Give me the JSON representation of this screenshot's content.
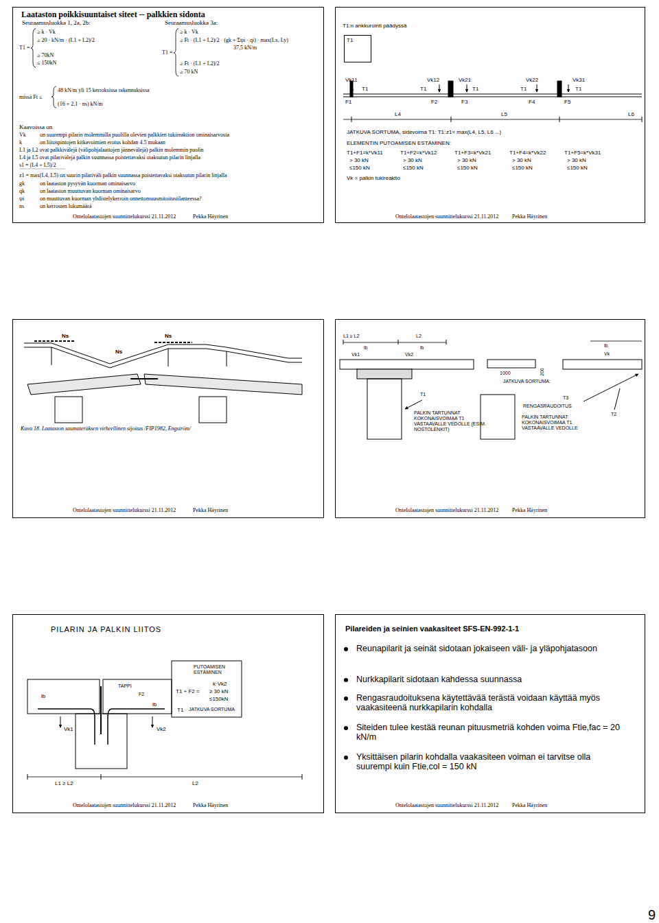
{
  "diagram": {
    "nodes": [
      {
        "text": [
          "Laataston poikkisuuntaiset siteet -- palkkien sidonta",
          "Ontelolaatastojen suunnittelukurssi 21.11.2012",
          "Pekka Häyrinen"
        ]
      },
      {
        "text": [
          "T1:n ankkurointi päädyssä",
          "Ontelolaatastojen suunnittelukurssi 21.11.2012",
          "Pekka Häyrinen"
        ]
      },
      {
        "text": [
          "T1"
        ],
        "in": 1
      },
      {
        "text": [
          "Ontelolaatastojen suunnittelukurssi 21.11.2012",
          "Pekka Häyrinen"
        ]
      },
      {
        "text": [
          "Ontelolaatastojen suunnittelukurssi 21.11.2012",
          "Pekka Häyrinen"
        ]
      },
      {
        "text": [
          "PILARIN JA PALKIN LIITOS",
          "Ontelolaatastojen suunnittelukurssi 21.11.2012",
          "Pekka Häyrinen"
        ]
      },
      {
        "text": [
          "Pilareiden ja seinien vaakasiteet SFS-EN-992-1-1",
          "Reunapilarit ja seinät sidotaan jokaiseen väli- ja yläpohjatasoon",
          "Nurkkapilarit sidotaan kahdessa suunnassa",
          "Rengasraudoituksena käytettävää terästä voidaan käyttää myös vaakasiteenä nurkkapilarin kohdalla",
          "Siteiden tulee kestää reunan pituusmetriä kohden voima Ftie,fac = 20 kN/m",
          "Yksittäisen pilarin kohdalla vaakasiteen voiman ei tarvitse olla suurempi kuin Ftie,col = 150 kN",
          "Ontelolaatastojen suunnittelukurssi 21.11.2012",
          "Pekka Häyrinen"
        ]
      }
    ],
    "labels": [
      "Seuraamusluokka 1, 2a, 2b:",
      "Seuraamusluokka 3a:",
      "≥ k · Vk",
      "≥ 20 · kN/m · (L1 + L2)/2",
      "T1 =",
      "≥ 70kN",
      "≤ 150kN",
      "≥ k · Vk",
      "≥ Ft · (L1 + L2)/2 · (gk + Σψi · qi) · max(Lx, Ly)",
      "37,5 kN/m",
      "T1 =",
      "≥ Ft · (L1 + L2)/2",
      "≥ 70 kN",
      "missä Ft ≤",
      "48 kN/m yli 15 kerroksissa rakennuksissa",
      "(16 + 2,1 · ns) kN/m",
      "Kaavoissa on",
      "Vk",
      "on suurempi pilarin molemmilla puolilla olevien palkkien tukireaktion ominaisarvosta",
      "k",
      "on liitospintojen kitkavoimien erotus kohdan 4.5 mukaan",
      "L1 ja L2 ovat palkkivälejä (välipohjalaattojen jännevälejä) palkin molemmin puolin",
      "L4 ja L5 ovat pilarivälejä palkin suunnassa poistettavaksi otaksutun pilarin linjalla",
      "s1 = (L4 + L5)/2",
      "z1 = max(L4, L5) on suurin pilariväli palkin suunnassa poistettavaksi otaksutun pilarin linjalla",
      "gk",
      "on laataston pysyvän kuorman ominaisarvo",
      "qk",
      "on laataston muuttuvan kuorman ominaisarvo",
      "ψi",
      "on muuttuvan kuorman yhdistelykerroin onnettomuusmitoitustilanteessa?",
      "ns",
      "on kerrosten lukumäärä",
      "Vk11",
      "Vk12",
      "Vk21",
      "Vk22",
      "Vk31",
      "T1",
      "T1",
      "T1",
      "T1",
      "T1",
      "F1",
      "F2",
      "F3",
      "F4",
      "F5",
      "L4",
      "L5",
      "L6",
      "JATKUVA SORTUMA, sidevoima T1: T1:",
      "z1= max(L4, L5, L6 ...)",
      "ELEMENTIN PUTOAMISEN ESTÄMINEN:",
      "T1+F1=k*Vk11",
      "T1+F2=k*Vk12",
      "T1+F3=k*Vk21",
      "T1+F4=k*Vk22",
      "T1+F5=k*Vk31",
      "> 30 kN",
      "> 30 kN",
      "> 30 kN",
      "> 30 kN",
      "> 30 kN",
      "≤150 kN",
      "≤150 kN",
      "≤150 kN",
      "≤150 kN",
      "≤150 kN",
      "Vk = palkin tukireaktio",
      "Ns",
      "Ns",
      "Ns",
      "Kuva 18. Laataston saumateräksen virheellinen sijoitus /FIP1982, Engström/",
      "L1 ≥ L2",
      "L2",
      "lb",
      "Vk1",
      "Vk2",
      "lb",
      "lb",
      "Vk",
      "1000",
      "200",
      "JATKUVA SORTUMA:",
      "T1",
      "T3",
      "RENGASRAUDOITUS",
      "T2",
      "PALKIN TARTUNNAT KOKONAISVOIMAA T1 VASTAAVALLE VEDOLLE (ESIM. NOSTOLENKIT)",
      "PALKIN TARTUNNAT KOKONAISVOIMAA T1 VASTAAVALLE VEDOLLE",
      "PUTOAMISEN ESTÄMINEN",
      "T1 + F2 =",
      "k·Vk2",
      "≥ 30 kN",
      "≤150kN",
      "TAPPI",
      "F2",
      "T1",
      "JATKUVA SORTUMA",
      "lb",
      "lb",
      "Vk1",
      "Vk2",
      "L1 ≥ L2",
      "L2",
      "9"
    ]
  }
}
